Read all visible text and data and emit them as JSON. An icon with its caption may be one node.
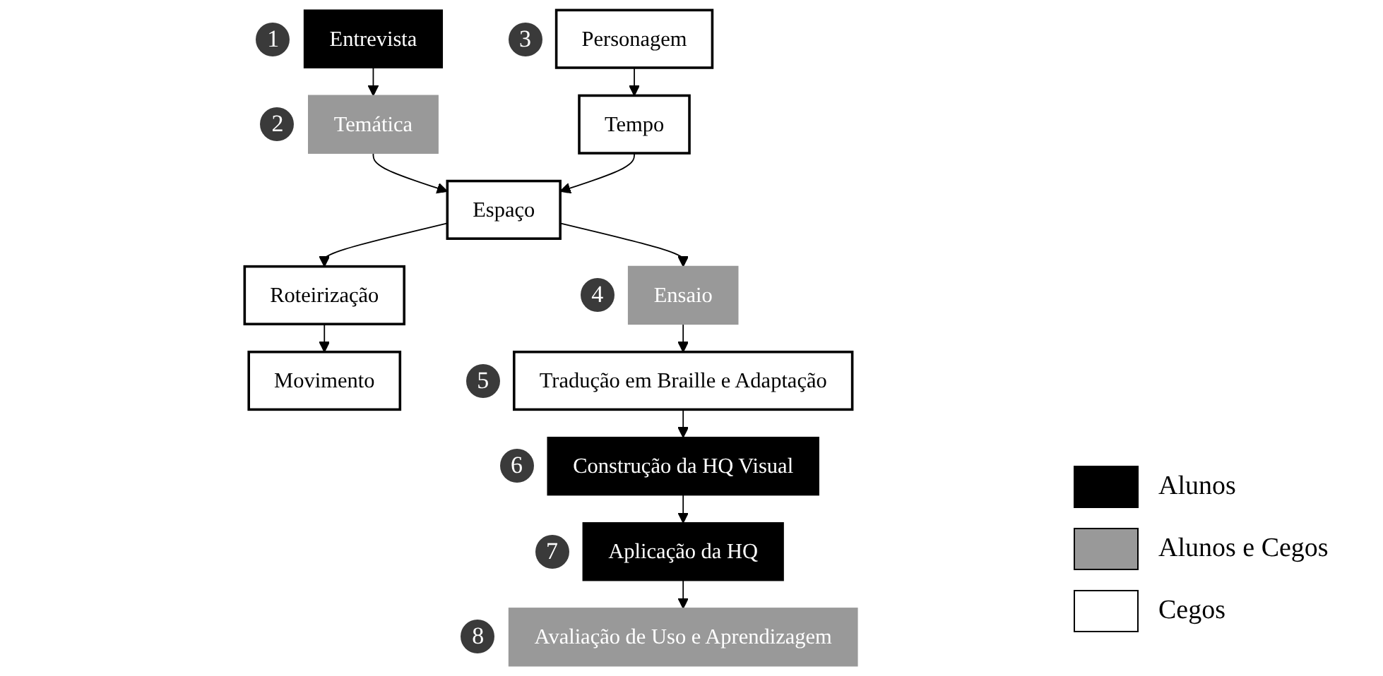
{
  "diagram": {
    "nodes": [
      {
        "text": [
          "Entrevista"
        ],
        "beside": [
          "1"
        ]
      },
      {
        "text": [
          "Temática"
        ],
        "beside": [
          "2"
        ]
      },
      {
        "text": [
          "Personagem"
        ],
        "beside": [
          "3"
        ]
      },
      {
        "text": [
          "Tempo"
        ]
      },
      {
        "text": [
          "Espaço"
        ]
      },
      {
        "text": [
          "Roteirização"
        ]
      },
      {
        "text": [
          "Movimento"
        ]
      },
      {
        "text": [
          "Ensaio"
        ],
        "beside": [
          "4"
        ]
      },
      {
        "text": [
          "Tradução em Braille e Adaptação"
        ],
        "beside": [
          "5"
        ]
      },
      {
        "text": [
          "Construção da HQ Visual"
        ],
        "beside": [
          "6"
        ]
      },
      {
        "text": [
          "Aplicação da HQ"
        ],
        "beside": [
          "7"
        ]
      },
      {
        "text": [
          "Avaliação de Uso e Aprendizagem"
        ],
        "beside": [
          "8"
        ]
      }
    ],
    "edges": [
      {
        "from": 0,
        "to": 1,
        "arrow": "to"
      },
      {
        "from": 1,
        "to": 4,
        "arrow": "to"
      },
      {
        "from": 2,
        "to": 3,
        "arrow": "to"
      },
      {
        "from": 3,
        "to": 4,
        "arrow": "to"
      },
      {
        "from": 4,
        "to": 5,
        "arrow": "to"
      },
      {
        "from": 5,
        "to": 6,
        "arrow": "to"
      },
      {
        "from": 4,
        "to": 7,
        "arrow": "to"
      },
      {
        "from": 7,
        "to": 8,
        "arrow": "to"
      },
      {
        "from": 8,
        "to": 9,
        "arrow": "to"
      },
      {
        "from": 9,
        "to": 10,
        "arrow": "to"
      },
      {
        "from": 10,
        "to": 11,
        "arrow": "to"
      }
    ],
    "legend": [
      {
        "text": "Alunos",
        "color": "#000000"
      },
      {
        "text": "Alunos e Cegos",
        "color": "#999999"
      },
      {
        "text": "Cegos",
        "color": "#ffffff"
      }
    ]
  }
}
